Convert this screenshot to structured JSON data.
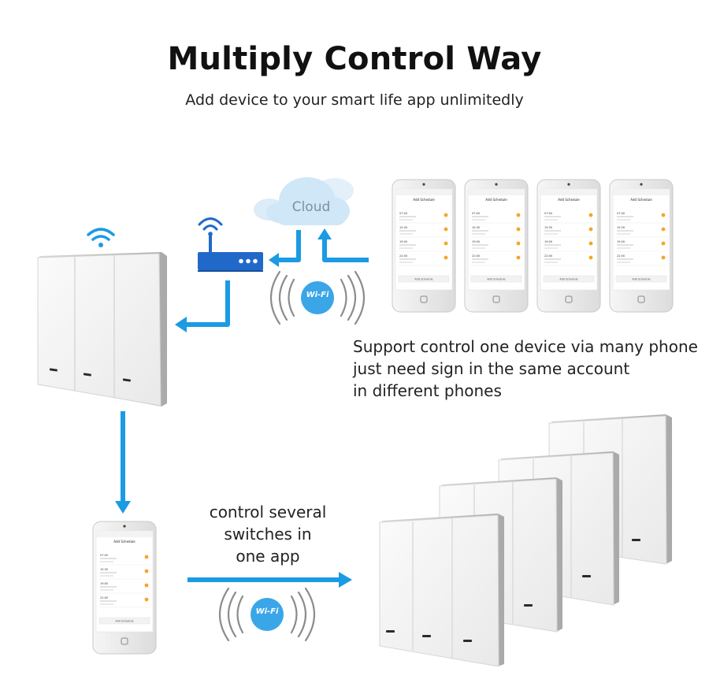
{
  "header": {
    "title": "Multiply Control Way",
    "subtitle": "Add device to your smart life app unlimitedly"
  },
  "cloud": {
    "label": "Cloud"
  },
  "wifi_badge": {
    "label": "Wi-Fi"
  },
  "phone_screen": {
    "title": "Add Schedule",
    "footer_button": "Add Schedule",
    "times": [
      "07:00",
      "15:30",
      "19:00",
      "22:00"
    ]
  },
  "captions": {
    "multi_phone": [
      "Support control one device via many phone",
      "just need sign in the same account",
      "in different phones"
    ],
    "several_switches": [
      "control several",
      "switches in",
      "one app"
    ]
  },
  "colors": {
    "arrow": "#1a9be3",
    "router": "#2069c9",
    "cloud": "#cfe7f7",
    "wifi_badge": "#3aa6e8",
    "toggle": "#f5a623"
  },
  "icons": [
    "wifi-signal-icon",
    "router-icon",
    "cloud-icon",
    "wifi-badge-icon",
    "arrow-icon"
  ]
}
